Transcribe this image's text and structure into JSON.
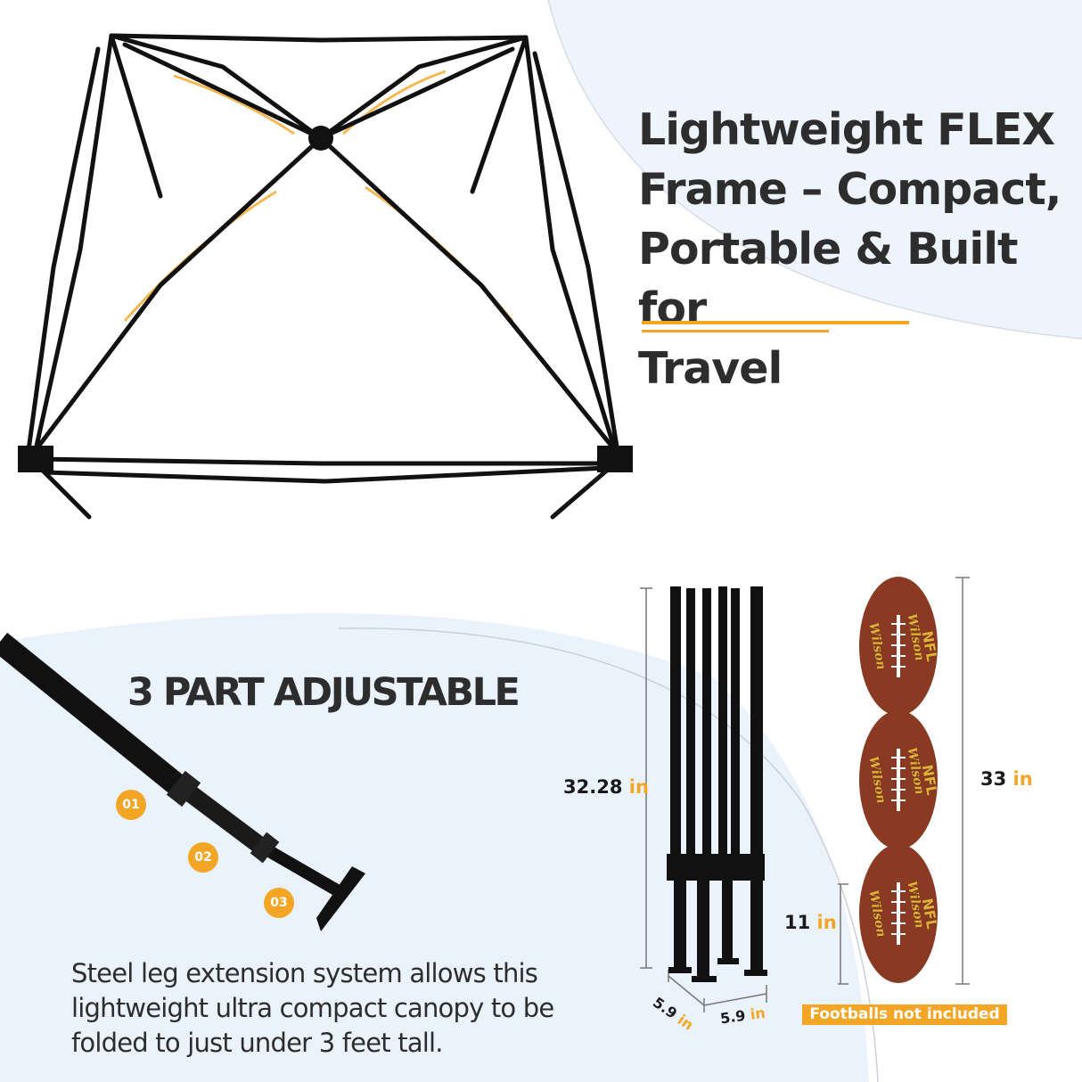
{
  "headline": {
    "lines": [
      "Lightweight FLEX",
      "Frame – Compact,",
      "Portable & Built for",
      "Travel"
    ]
  },
  "adjustable": {
    "title": "3 PART ADJUSTABLE",
    "steps": [
      "01",
      "02",
      "03"
    ],
    "description": "Steel leg extension system allows this lightweight ultra compact canopy to be folded to just under 3 feet tall."
  },
  "dimensions": {
    "folded_height": {
      "value": "32.28",
      "unit": "in"
    },
    "footballs_height": {
      "value": "33",
      "unit": "in"
    },
    "football_height": {
      "value": "11",
      "unit": "in"
    },
    "depth": {
      "value": "5.9",
      "unit": "in"
    },
    "width": {
      "value": "5.9",
      "unit": "in"
    }
  },
  "note": "Footballs not included",
  "football_branding": [
    "Wilson",
    "NFL"
  ],
  "colors": {
    "accent": "#f3a626",
    "text": "#2d2d2d",
    "panel": "#eaf2fb",
    "frame": "#111111",
    "football": "#8a3a22"
  }
}
